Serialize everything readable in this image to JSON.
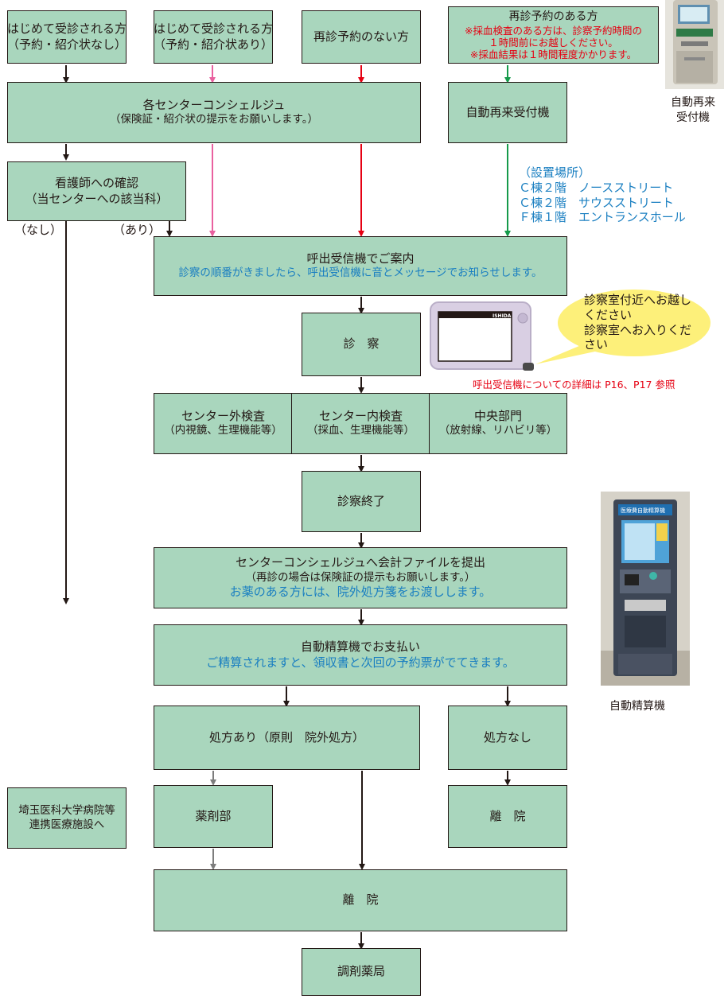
{
  "colors": {
    "box_fill": "#a9d6bd",
    "box_border": "#231815",
    "arrow_black": "#231815",
    "arrow_pink": "#e9609f",
    "arrow_red": "#e60012",
    "arrow_green": "#159a4a",
    "arrow_gray": "#7d7d7d",
    "note_blue": "#1a7fc1",
    "note_red": "#e60012",
    "bubble_fill": "#fdf07a"
  },
  "entry": {
    "first_no_referral": {
      "line1": "はじめて受診される方",
      "line2": "（予約・紹介状なし）"
    },
    "first_with_referral": {
      "line1": "はじめて受診される方",
      "line2": "（予約・紹介状あり）"
    },
    "return_no_appointment": {
      "line1": "再診予約のない方"
    },
    "return_with_appointment": {
      "line1": "再診予約のある方",
      "note1": "※採血検査のある方は、診察予約時間の",
      "note2": "１時間前にお越しください。",
      "note3": "※採血結果は１時間程度かかります。"
    }
  },
  "concierge": {
    "line1": "各センターコンシェルジュ",
    "line2": "（保険証・紹介状の提示をお願いします。）"
  },
  "auto_reception": {
    "label": "自動再来受付機"
  },
  "auto_reception_photo": {
    "caption1": "自動再来",
    "caption2": "受付機"
  },
  "locations": {
    "heading": "（設置場所）",
    "line1": "Ｃ棟２階　ノースストリート",
    "line2": "Ｃ棟２階　サウスストリート",
    "line3": "Ｆ棟１階　エントランスホール"
  },
  "nurse_check": {
    "line1": "看護師への確認",
    "line2": "（当センターへの該当科）"
  },
  "branch_labels": {
    "none": "（なし）",
    "yes": "（あり）"
  },
  "call_receiver": {
    "line1": "呼出受信機でご案内",
    "line2": "診察の順番がきましたら、呼出受信機に音とメッセージでお知らせします。"
  },
  "pager": {
    "brand": "ISHIDA",
    "detail_note": "呼出受信機についての詳細は P16、P17 参照"
  },
  "bubble": {
    "line1": "診察室付近へお越し",
    "line2": "ください",
    "line3": "診察室へお入りくだ",
    "line4": "さい"
  },
  "consultation": {
    "label": "診　察"
  },
  "exams": {
    "outside": {
      "line1": "センター外検査",
      "line2": "（内視鏡、生理機能等）"
    },
    "inside": {
      "line1": "センター内検査",
      "line2": "（採血、生理機能等）"
    },
    "central": {
      "line1": "中央部門",
      "line2": "（放射線、リハビリ等）"
    }
  },
  "consultation_end": {
    "label": "診察終了"
  },
  "submit_file": {
    "line1": "センターコンシェルジュへ会計ファイルを提出",
    "line2": "（再診の場合は保険証の提示もお願いします。）",
    "line3": "お薬のある方には、院外処方箋をお渡しします。"
  },
  "payment": {
    "line1": "自動精算機でお支払い",
    "line2": "ご精算されますと、領収書と次回の予約票がでてきます。"
  },
  "payment_photo": {
    "caption": "自動精算機",
    "screen_text": "医療費自動精算機"
  },
  "prescription_yes": {
    "label": "処方あり（原則　院外処方）"
  },
  "prescription_no": {
    "label": "処方なし"
  },
  "pharmacy": {
    "label": "薬剤部"
  },
  "leave_right": {
    "label": "離　院"
  },
  "leave_main": {
    "label": "離　院"
  },
  "partner": {
    "line1": "埼玉医科大学病院等",
    "line2": "連携医療施設へ"
  },
  "dispensing": {
    "label": "調剤薬局"
  }
}
